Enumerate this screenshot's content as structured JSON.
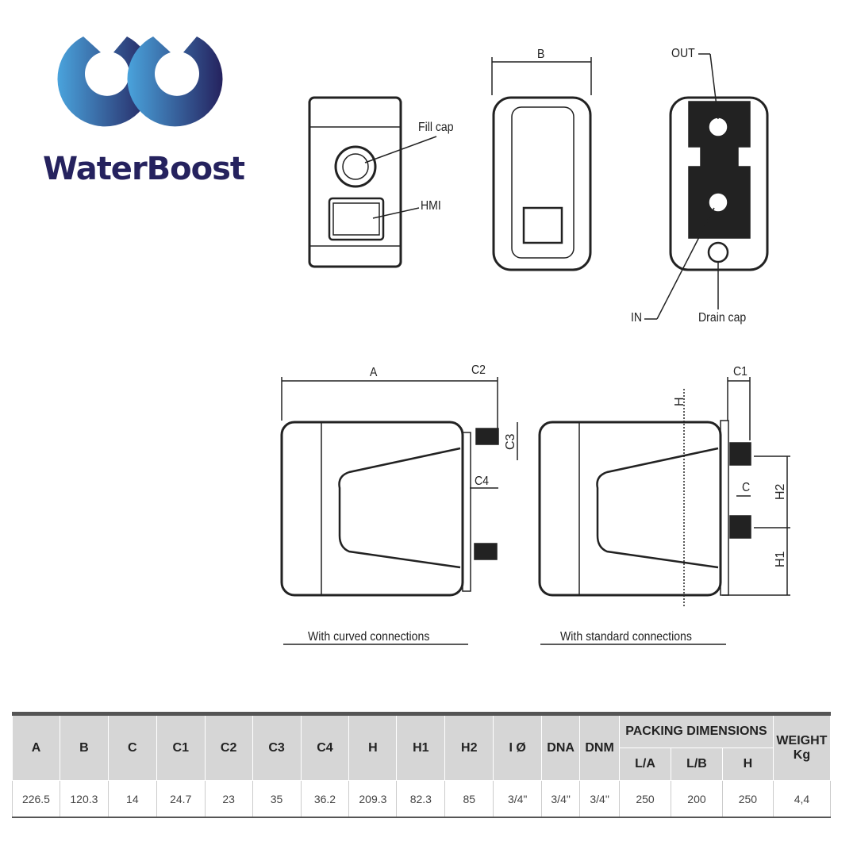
{
  "brand": {
    "name": "WaterBoost",
    "colors": {
      "light": "#4aa3dc",
      "dark": "#25225e"
    }
  },
  "labels": {
    "fill_cap": "Fill cap",
    "hmi": "HMI",
    "b": "B",
    "out": "OUT",
    "in": "IN",
    "drain_cap": "Drain cap",
    "a": "A",
    "c2": "C2",
    "c3": "C3",
    "c4": "C4",
    "c1": "C1",
    "h": "H",
    "h2": "H2",
    "c": "C",
    "h1": "H1",
    "caption_curved": "With curved connections",
    "caption_standard": "With standard connections"
  },
  "table": {
    "headers": [
      "A",
      "B",
      "C",
      "C1",
      "C2",
      "C3",
      "C4",
      "H",
      "H1",
      "H2",
      "I Ø",
      "DNA",
      "DNM"
    ],
    "packing_header": "PACKING DIMENSIONS",
    "packing_sub": [
      "L/A",
      "L/B",
      "H"
    ],
    "weight_header": "WEIGHT Kg",
    "values": [
      "226.5",
      "120.3",
      "14",
      "24.7",
      "23",
      "35",
      "36.2",
      "209.3",
      "82.3",
      "85",
      "3/4\"",
      "3/4\"",
      "3/4\"",
      "250",
      "200",
      "250",
      "4,4"
    ]
  }
}
